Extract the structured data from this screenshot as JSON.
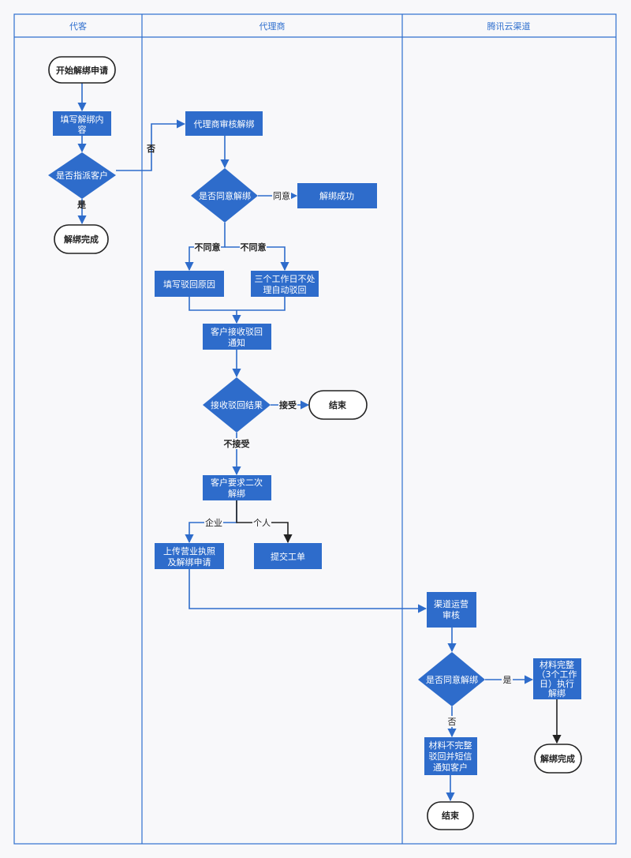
{
  "lanes": {
    "customer": "代客",
    "agent": "代理商",
    "channel": "腾讯云渠道"
  },
  "nodes": {
    "start": "开始解绑申请",
    "fill_unbind": [
      "填写解绑内",
      "容"
    ],
    "is_designated": "是否指派客户",
    "done_left": "解绑完成",
    "agent_review": "代理商审核解绑",
    "agree1": "是否同意解绑",
    "unbind_success": "解绑成功",
    "fill_reason": "填写驳回原因",
    "auto_reject": [
      "三个工作日不处",
      "理自动驳回"
    ],
    "customer_notice": [
      "客户接收驳回",
      "通知"
    ],
    "accept_result": "接收驳回结果",
    "end_mid": "结束",
    "second_request": [
      "客户要求二次",
      "解绑"
    ],
    "upload_license": [
      "上传营业执照",
      "及解绑申请"
    ],
    "submit_ticket": "提交工单",
    "channel_review": [
      "渠道运营",
      "审核"
    ],
    "agree2": "是否同意解绑",
    "material_ok": [
      "材料完整",
      "（3个工作",
      "日）执行",
      "解绑"
    ],
    "material_bad": [
      "材料不完整",
      "驳回并短信",
      "通知客户"
    ],
    "done_right": "解绑完成",
    "end_bottom": "结束"
  },
  "edge_labels": {
    "no": "否",
    "yes": "是",
    "agree": "同意",
    "disagree_left": "不同意",
    "disagree_right": "不同意",
    "accept": "接受",
    "not_accept": "不接受",
    "enterprise": "企业",
    "personal": "个人",
    "channel_yes": "是",
    "channel_no": "否"
  },
  "colors": {
    "node_fill": "#2e6ccb",
    "lane_border": "#2f6fce",
    "terminal_stroke": "#222222",
    "background": "#f8f8fa"
  }
}
